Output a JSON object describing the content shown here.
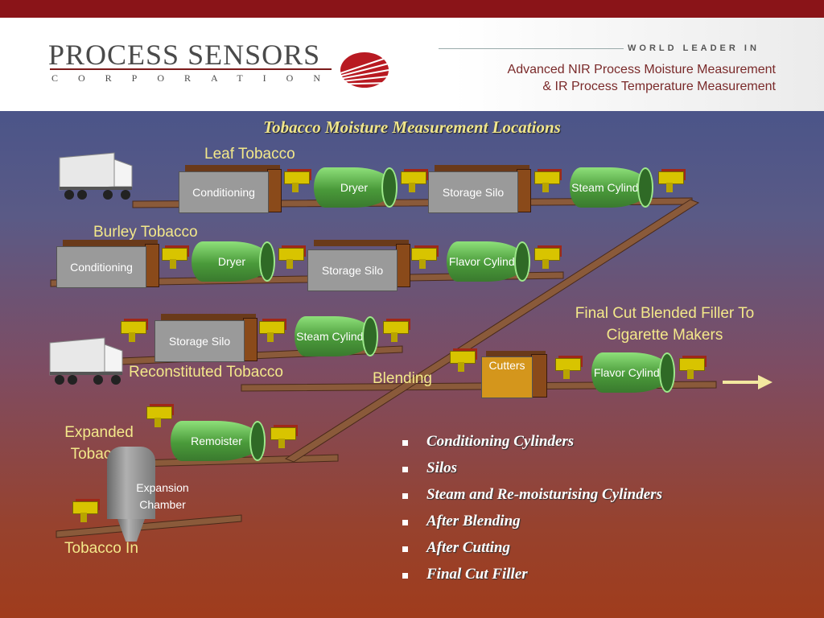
{
  "header": {
    "logo_main": "PROCESS SENSORS",
    "logo_sub": "CORPORATION",
    "world_leader": "WORLD LEADER IN",
    "tagline_1": "Advanced NIR Process Moisture Measurement",
    "tagline_2": "& IR Process Temperature Measurement"
  },
  "title": "Tobacco Moisture Measurement Locations",
  "lines": {
    "leaf": "Leaf Tobacco",
    "burley": "Burley Tobacco",
    "reconstituted": "Reconstituted Tobacco",
    "expanded": "Expanded Tobacco",
    "tobacco_in": "Tobacco In",
    "blending": "Blending",
    "final": "Final Cut Blended Filler To Cigarette Makers"
  },
  "units": {
    "leaf_conditioning": "Conditioning",
    "leaf_dryer": "Dryer",
    "leaf_silo": "Storage Silo",
    "leaf_steam": "Steam Cylinder",
    "burley_conditioning": "Conditioning",
    "burley_dryer": "Dryer",
    "burley_silo": "Storage Silo",
    "burley_flavor": "Flavor Cylinder",
    "recon_silo": "Storage Silo",
    "recon_steam": "Steam Cylinder",
    "cutters": "Cutters",
    "final_flavor": "Flavor Cylinder",
    "remoister": "Remoister",
    "expansion": "Expansion Chamber"
  },
  "bullets": [
    "Conditioning Cylinders",
    "Silos",
    "Steam and Re-moisturising Cylinders",
    "After Blending",
    "After Cutting",
    "Final Cut Filler"
  ],
  "colors": {
    "title": "#f0e68c",
    "label": "#f3e88a",
    "sensor": "#d8c400",
    "cylinder": "#5aaa45",
    "brand": "#8a1418"
  }
}
